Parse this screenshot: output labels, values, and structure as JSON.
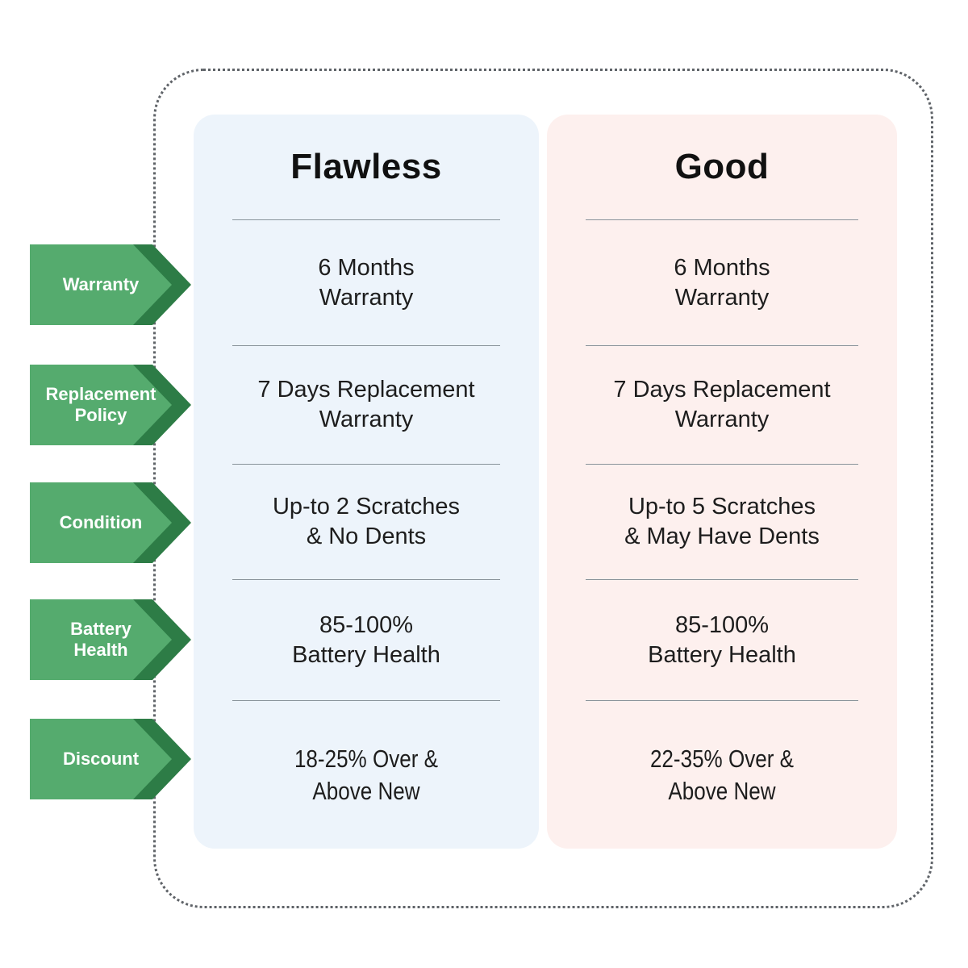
{
  "card": {
    "type": "comparison-table"
  },
  "row_labels": [
    "Warranty",
    "Replacement\nPolicy",
    "Condition",
    "Battery\nHealth",
    "Discount"
  ],
  "columns": [
    {
      "title": "Flawless",
      "cells": [
        "6 Months\nWarranty",
        "7 Days Replacement\nWarranty",
        "Up-to 2 Scratches\n& No Dents",
        "85-100%\nBattery Health",
        "18-25% Over &\nAbove New"
      ]
    },
    {
      "title": "Good",
      "cells": [
        "6 Months\nWarranty",
        "7 Days Replacement\nWarranty",
        "Up-to 5 Scratches\n& May Have Dents",
        "85-100%\nBattery Health",
        "22-35% Over &\nAbove New"
      ]
    }
  ],
  "colors": {
    "flawless_column_bg": "#edf4fb",
    "good_column_bg": "#fdf0ee",
    "arrow_green": "#55ab6e",
    "arrow_dark_green": "#2d7c46",
    "badge_text": "#ffffff",
    "divider": "#89939a",
    "dotted_border": "#5f6368",
    "text": "#1d1d1d"
  }
}
